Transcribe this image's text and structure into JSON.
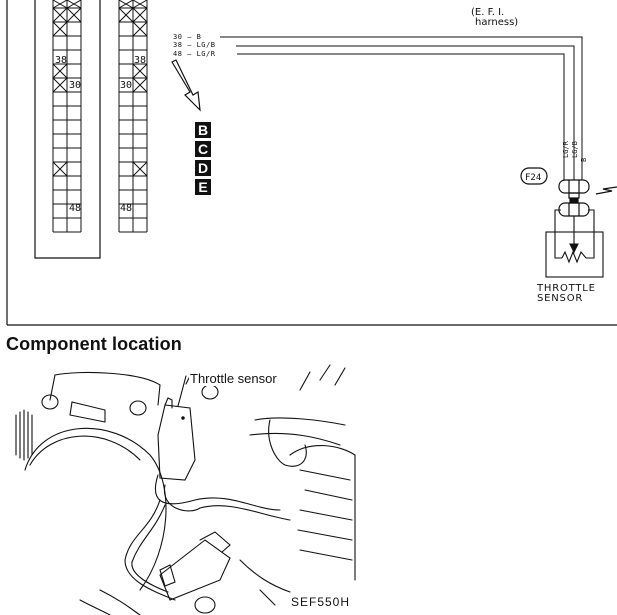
{
  "diagram": {
    "harness_label_line1": "(E. F. I.",
    "harness_label_line2": "harness)",
    "wires": [
      {
        "terminal": "30",
        "color": "B",
        "label": "30 — B"
      },
      {
        "terminal": "38",
        "color": "LG/B",
        "label": "38 — LG/B"
      },
      {
        "terminal": "48",
        "color": "LG/R",
        "label": "48 — LG/R"
      }
    ],
    "vertical_wire_labels": [
      "LG/R",
      "LG/B",
      "B"
    ],
    "connector_id": "F24",
    "connector_terminals": {
      "left": {
        "t38": "38",
        "t30": "30",
        "t48": "48"
      },
      "right": {
        "t38": "38",
        "t30": "30",
        "t48": "48"
      }
    },
    "connector_keys": [
      "B",
      "C",
      "D",
      "E"
    ],
    "sensor_label_line1": "THROTTLE",
    "sensor_label_line2": "SENSOR"
  },
  "component_location": {
    "title": "Component location",
    "callout": "Throttle sensor",
    "figure_code": "SEF550H"
  }
}
